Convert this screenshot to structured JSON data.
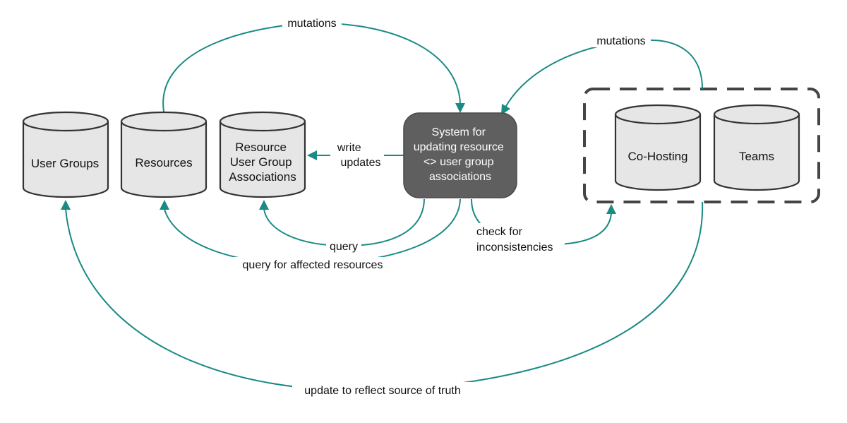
{
  "nodes": {
    "user_groups": {
      "label": [
        "User Groups"
      ]
    },
    "resources": {
      "label": [
        "Resources"
      ]
    },
    "resource_user_group_associations": {
      "label": [
        "Resource",
        "User Group",
        "Associations"
      ]
    },
    "system": {
      "label": [
        "System for",
        "updating resource",
        "<> user group",
        "associations"
      ]
    },
    "co_hosting": {
      "label": [
        "Co-Hosting"
      ]
    },
    "teams": {
      "label": [
        "Teams"
      ]
    }
  },
  "edges": {
    "mutations_left": {
      "label": [
        "mutations"
      ]
    },
    "mutations_right": {
      "label": [
        "mutations"
      ]
    },
    "write_updates": {
      "label": [
        "write",
        "updates"
      ]
    },
    "query": {
      "label": [
        "query"
      ]
    },
    "query_affected": {
      "label": [
        "query for affected resources"
      ]
    },
    "check_inconsistencies": {
      "label": [
        "check for",
        "inconsistencies"
      ]
    },
    "update_truth": {
      "label": [
        "update to reflect source of truth"
      ]
    }
  },
  "colors": {
    "edge": "#1a8a84",
    "system_fill": "#5f5f5f",
    "cylinder_fill": "#e6e6e6",
    "outline": "#333333"
  }
}
